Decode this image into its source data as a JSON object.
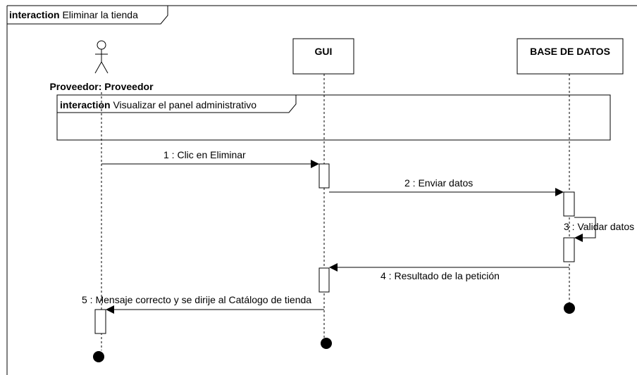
{
  "outer_frame": {
    "keyword": "interaction",
    "title": "Eliminar la tienda"
  },
  "inner_frame": {
    "keyword": "interaction",
    "title": "Visualizar el panel administrativo"
  },
  "actor": {
    "label": "Proveedor: Proveedor"
  },
  "lifelines": [
    {
      "id": "gui",
      "label": "GUI"
    },
    {
      "id": "db",
      "label": "BASE DE DATOS"
    }
  ],
  "messages": [
    {
      "number": "1",
      "text": "1 : Clic en Eliminar"
    },
    {
      "number": "2",
      "text": "2 : Enviar datos"
    },
    {
      "number": "3",
      "text": "3 : Validar datos"
    },
    {
      "number": "4",
      "text": "4 : Resultado de la petición"
    },
    {
      "number": "5",
      "text": "5 : Mensaje correcto y se dirije al Catálogo de tienda"
    }
  ],
  "colors": {
    "line": "#000000",
    "background": "#ffffff"
  }
}
